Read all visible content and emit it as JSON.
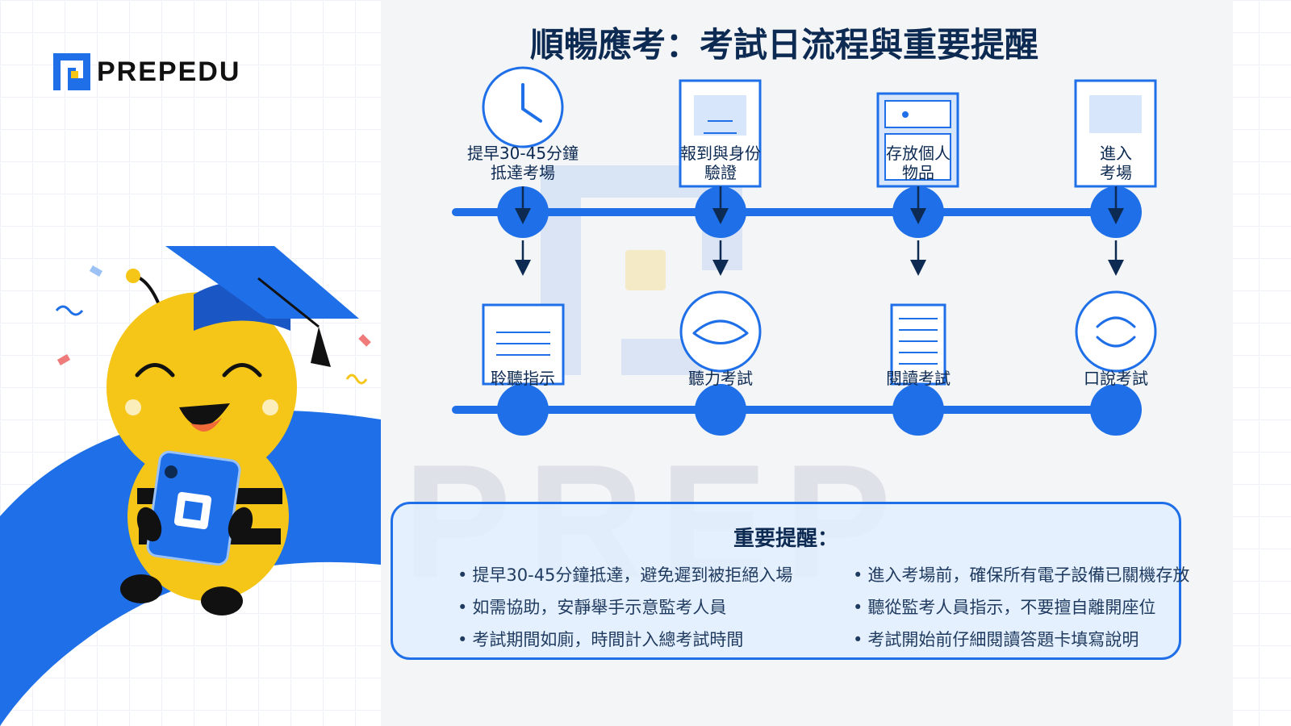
{
  "brand": {
    "name": "PREPEDU",
    "watermark": "PREP"
  },
  "title": "順暢應考：考試日流程與重要提醒",
  "colors": {
    "primary": "#1e6fe8",
    "dark": "#0d2a52",
    "accent": "#f5c518"
  },
  "flow": {
    "top_steps": [
      {
        "label": "提早30-45分鐘\n抵達考場",
        "icon": "clock-icon"
      },
      {
        "label": "報到與身份\n驗證",
        "icon": "id-document-icon"
      },
      {
        "label": "存放個人\n物品",
        "icon": "locker-icon"
      },
      {
        "label": "進入\n考場",
        "icon": "door-icon"
      }
    ],
    "bottom_steps": [
      {
        "label": "聆聽指示",
        "icon": "instructions-document-icon"
      },
      {
        "label": "聽力考試",
        "icon": "ear-icon"
      },
      {
        "label": "閱讀考試",
        "icon": "reading-document-icon"
      },
      {
        "label": "口說考試",
        "icon": "speaking-icon"
      }
    ]
  },
  "reminders": {
    "title": "重要提醒：",
    "left": [
      "提早30-45分鐘抵達，避免遲到被拒絕入場",
      "如需協助，安靜舉手示意監考人員",
      "考試期間如廁，時間計入總考試時間"
    ],
    "right": [
      "進入考場前，確保所有電子設備已關機存放",
      "聽從監考人員指示，不要擅自離開座位",
      "考試開始前仔細閱讀答題卡填寫說明"
    ]
  }
}
